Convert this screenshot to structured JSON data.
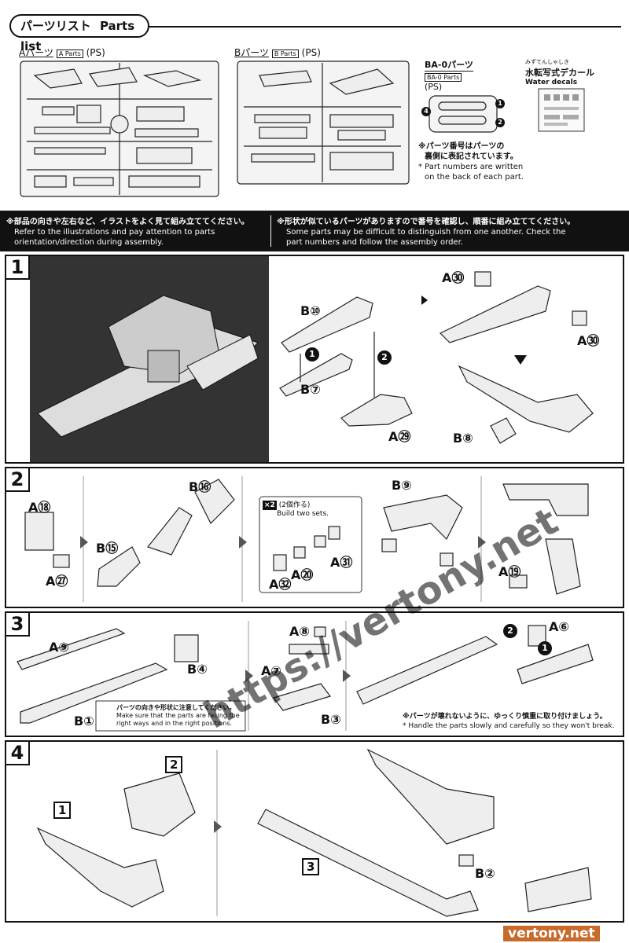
{
  "header": {
    "title_ja": "パーツリスト",
    "title_en": "Parts list"
  },
  "parts": {
    "a": {
      "label_ja": "Aパーツ",
      "label_en": "A Parts",
      "ps": "(PS)"
    },
    "b": {
      "label_ja": "Bパーツ",
      "label_en": "B Parts",
      "ps": "(PS)"
    },
    "ba0": {
      "label_ja": "BA-0パーツ",
      "label_en": "BA-0 Parts",
      "ps": "(PS)",
      "numbers": [
        "4",
        "1",
        "2"
      ]
    },
    "decal": {
      "ruby": "みずてんしゃしき",
      "label_ja": "水転写式デカール",
      "label_en": "Water decals"
    },
    "note_ja_1": "※パーツ番号はパーツの",
    "note_ja_2": "裏側に表記されています。",
    "note_en_1": "* Part numbers are written",
    "note_en_2": "on the back of each part."
  },
  "notice": {
    "left_ja": "※部品の向きや左右など、イラストをよく見て組み立ててください。",
    "left_en_1": "Refer to the illustrations and pay attention to parts",
    "left_en_2": "orientation/direction during assembly.",
    "right_ja": "※形状が似ているパーツがありますので番号を確認し、順番に組み立ててください。",
    "right_en_1": "Some parts may be difficult to distinguish from one another. Check the",
    "right_en_2": "part numbers and follow the assembly order."
  },
  "steps": [
    {
      "number": "1",
      "labels": [
        "B⑩",
        "B⑦",
        "A㉙",
        "A㉚",
        "A㉚",
        "B⑧"
      ],
      "arrows": [
        "1",
        "2"
      ]
    },
    {
      "number": "2",
      "labels": [
        "A⑱",
        "A㉗",
        "B⑮",
        "B⑯",
        "A㉛",
        "A⑳",
        "A㉜",
        "B⑨",
        "A⑲"
      ],
      "build_two_ja": "(2個作る)",
      "build_two_en": "Build two sets.",
      "build_two_badge": "×2"
    },
    {
      "number": "3",
      "labels": [
        "A⑨",
        "B④",
        "B①",
        "A⑧",
        "A⑦",
        "B③",
        "A⑥"
      ],
      "arrows": [
        "1",
        "2"
      ],
      "note1_ja": "パーツの向きや形状に注意してください。",
      "note1_en_1": "Make sure that the parts are facing the",
      "note1_en_2": "right ways and in the right positions.",
      "note2_ja": "※パーツが壊れないように、ゆっくり慎重に取り付けましょう。",
      "note2_en": "* Handle the parts slowly and carefully so they won't break."
    },
    {
      "number": "4",
      "refs": [
        "1",
        "2",
        "3"
      ],
      "labels": [
        "B②"
      ]
    }
  ],
  "watermark": {
    "url": "https://vertony.net",
    "corner": "vertony.net"
  }
}
